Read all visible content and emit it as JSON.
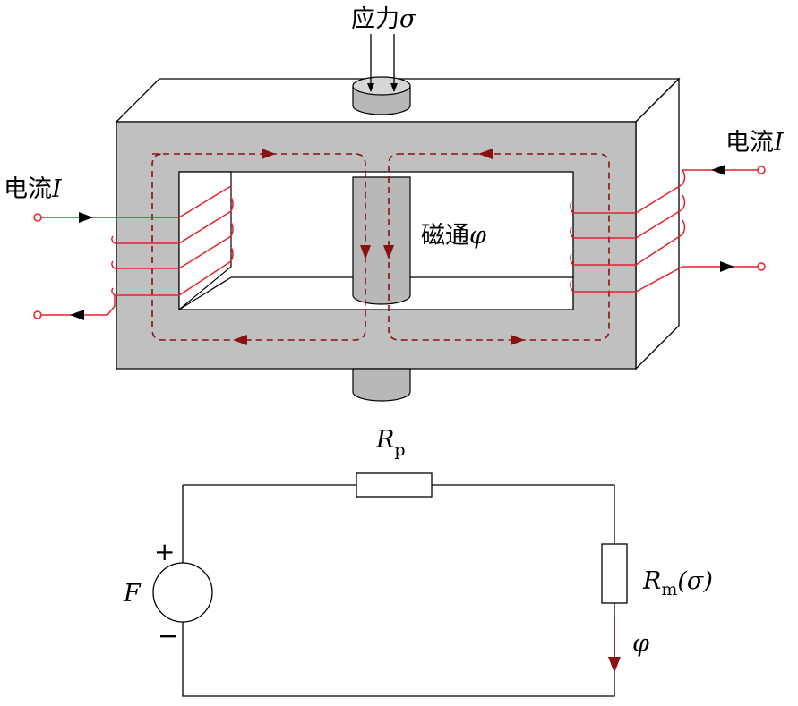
{
  "labels": {
    "stress_cn": "应力",
    "stress_sym": "σ",
    "current_cn": "电流",
    "current_sym": "I",
    "flux_cn": "磁通",
    "flux_sym": "φ"
  },
  "circuit": {
    "rp_main": "R",
    "rp_sub": "p",
    "rm_main": "R",
    "rm_sub": "m",
    "rm_arg": "(σ)",
    "source": "F",
    "plus": "+",
    "minus": "−",
    "flux": "φ"
  },
  "colors": {
    "core": "#c0c0c0",
    "coil": "#e8202a",
    "flux": "#8b1010",
    "line": "#000000"
  }
}
